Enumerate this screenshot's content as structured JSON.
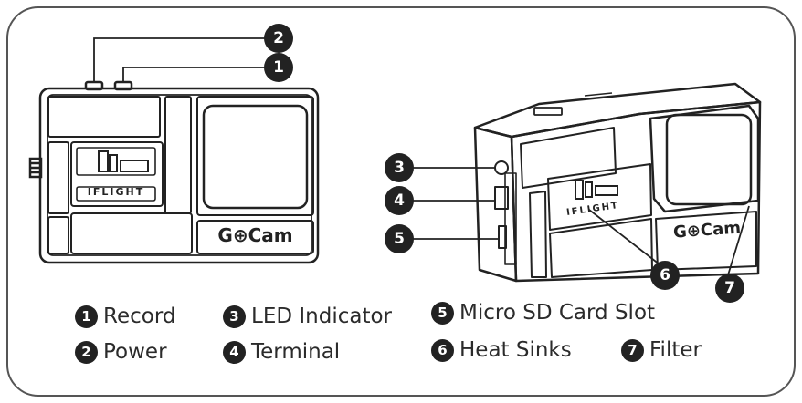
{
  "front_view": {
    "brand_logo": "IFLIGHT",
    "product_logo": "G⊕Cam"
  },
  "side_view": {
    "brand_logo": "IFLIGHT",
    "product_logo": "G⊕Cam"
  },
  "callouts": [
    {
      "num": "1"
    },
    {
      "num": "2"
    },
    {
      "num": "3"
    },
    {
      "num": "4"
    },
    {
      "num": "5"
    },
    {
      "num": "6"
    },
    {
      "num": "7"
    }
  ],
  "legend": [
    {
      "num": "1",
      "label": "Record"
    },
    {
      "num": "2",
      "label": "Power"
    },
    {
      "num": "3",
      "label": "LED Indicator"
    },
    {
      "num": "4",
      "label": "Terminal"
    },
    {
      "num": "5",
      "label": "Micro SD Card Slot"
    },
    {
      "num": "6",
      "label": "Heat Sinks"
    },
    {
      "num": "7",
      "label": "Filter"
    }
  ],
  "colors": {
    "ink": "#222222",
    "text": "#2b2b2b",
    "border": "#555555"
  }
}
